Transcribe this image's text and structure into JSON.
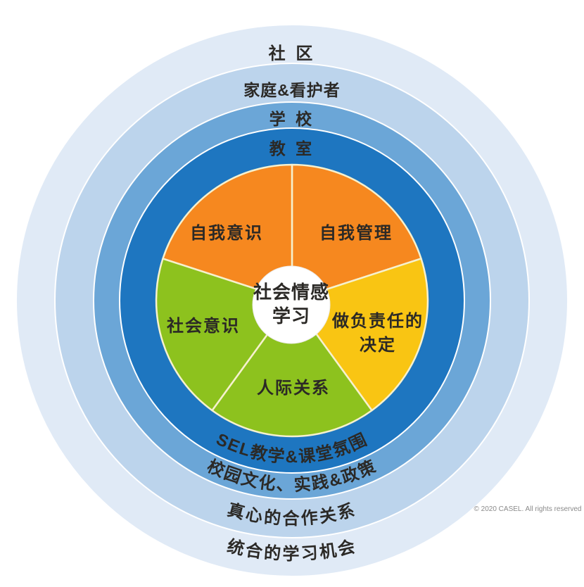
{
  "diagram": {
    "name": "CASEL social emotional learning wheel (Chinese)",
    "center": {
      "line1": "社会情感",
      "line2": "学习"
    },
    "rings": [
      {
        "name": "community",
        "label": "社 区",
        "bottom_label": "统合的学习机会"
      },
      {
        "name": "families-caregivers",
        "label": "家庭&看护者",
        "bottom_label": "真心的合作关系"
      },
      {
        "name": "schools",
        "label": "学 校",
        "bottom_label": "校园文化、实践&政策"
      },
      {
        "name": "classrooms",
        "label": "教 室",
        "bottom_label": "SEL教学&课堂氛围"
      }
    ],
    "slices": [
      {
        "name": "self-management",
        "label": "自我管理"
      },
      {
        "name": "responsible-decision-making",
        "label_line1": "做负责任的",
        "label_line2": "决定"
      },
      {
        "name": "relationship-skills",
        "label": "人际关系"
      },
      {
        "name": "social-awareness",
        "label": "社会意识"
      },
      {
        "name": "self-awareness",
        "label": "自我意识"
      }
    ],
    "footer": {
      "copyright": "© 2020 CASEL. All rights reserved"
    },
    "colors": {
      "ring_community": "#E0EAF6",
      "ring_families": "#BCD4EC",
      "ring_schools": "#6BA6D7",
      "ring_classrooms": "#1E76C0",
      "ring_separator": "#FFFFFF",
      "slice_orange": "#F6881F",
      "slice_yellow": "#F9C513",
      "slice_green": "#8DC21E",
      "slice_divider": "#F6F1CE",
      "center_bg": "#FFFFFF",
      "text_dark": "#2B2926",
      "copyright_gray": "#8A8A8A",
      "background": "#FFFFFF"
    }
  }
}
